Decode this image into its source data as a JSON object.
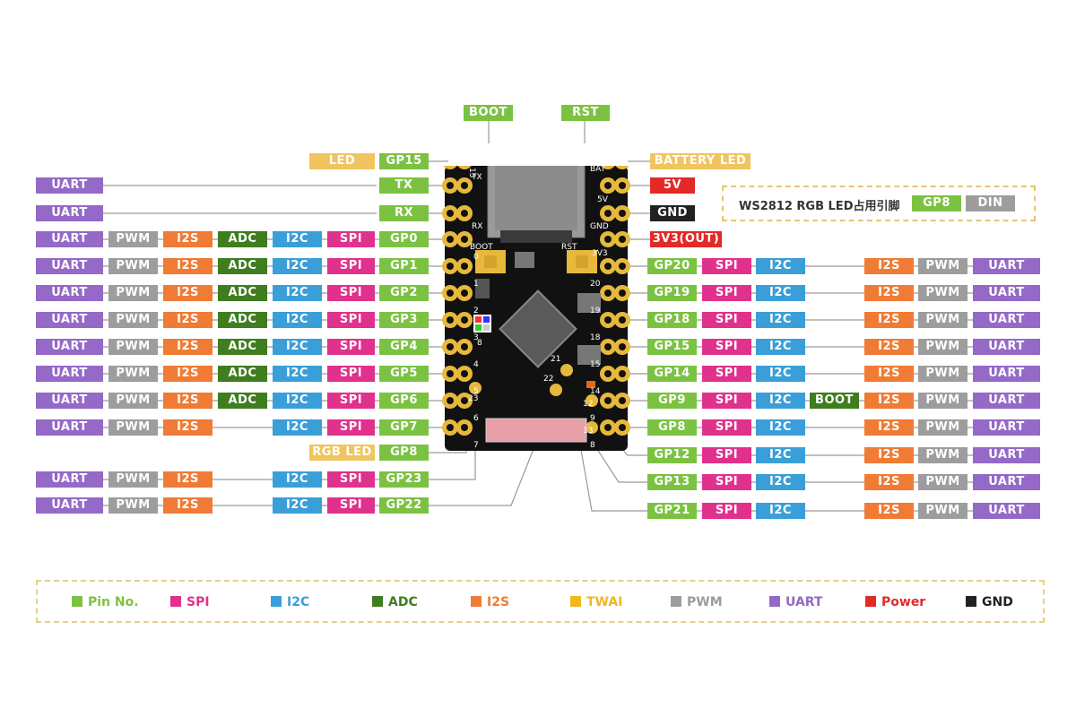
{
  "top_labels": {
    "boot": "BOOT",
    "rst": "RST"
  },
  "left_top": {
    "led": "LED",
    "gp15": "GP15",
    "uart_tx": "UART",
    "tx": "TX",
    "uart_rx": "UART",
    "rx": "RX"
  },
  "right_top": {
    "battery_led": "BATTERY LED",
    "v5": "5V",
    "gnd": "GND",
    "v33": "3V3(OUT)"
  },
  "ws_note": {
    "title": "WS2812 RGB LED占用引脚",
    "pin": "GP8",
    "func": "DIN"
  },
  "left_rows": [
    {
      "uart": "UART",
      "pwm": "PWM",
      "i2s": "I2S",
      "adc": "ADC",
      "i2c": "I2C",
      "spi": "SPI",
      "pin": "GP0"
    },
    {
      "uart": "UART",
      "pwm": "PWM",
      "i2s": "I2S",
      "adc": "ADC",
      "i2c": "I2C",
      "spi": "SPI",
      "pin": "GP1"
    },
    {
      "uart": "UART",
      "pwm": "PWM",
      "i2s": "I2S",
      "adc": "ADC",
      "i2c": "I2C",
      "spi": "SPI",
      "pin": "GP2"
    },
    {
      "uart": "UART",
      "pwm": "PWM",
      "i2s": "I2S",
      "adc": "ADC",
      "i2c": "I2C",
      "spi": "SPI",
      "pin": "GP3"
    },
    {
      "uart": "UART",
      "pwm": "PWM",
      "i2s": "I2S",
      "adc": "ADC",
      "i2c": "I2C",
      "spi": "SPI",
      "pin": "GP4"
    },
    {
      "uart": "UART",
      "pwm": "PWM",
      "i2s": "I2S",
      "adc": "ADC",
      "i2c": "I2C",
      "spi": "SPI",
      "pin": "GP5"
    },
    {
      "uart": "UART",
      "pwm": "PWM",
      "i2s": "I2S",
      "adc": "ADC",
      "i2c": "I2C",
      "spi": "SPI",
      "pin": "GP6"
    },
    {
      "uart": "UART",
      "pwm": "PWM",
      "i2s": "I2S",
      "adc": "",
      "i2c": "I2C",
      "spi": "SPI",
      "pin": "GP7"
    }
  ],
  "rgb_led": {
    "label": "RGB LED",
    "pin": "GP8"
  },
  "left_bottom": [
    {
      "uart": "UART",
      "pwm": "PWM",
      "i2s": "I2S",
      "i2c": "I2C",
      "spi": "SPI",
      "pin": "GP23"
    },
    {
      "uart": "UART",
      "pwm": "PWM",
      "i2s": "I2S",
      "i2c": "I2C",
      "spi": "SPI",
      "pin": "GP22"
    }
  ],
  "right_rows": [
    {
      "pin": "GP20",
      "spi": "SPI",
      "i2c": "I2C",
      "extra": "",
      "i2s": "I2S",
      "pwm": "PWM",
      "uart": "UART"
    },
    {
      "pin": "GP19",
      "spi": "SPI",
      "i2c": "I2C",
      "extra": "",
      "i2s": "I2S",
      "pwm": "PWM",
      "uart": "UART"
    },
    {
      "pin": "GP18",
      "spi": "SPI",
      "i2c": "I2C",
      "extra": "",
      "i2s": "I2S",
      "pwm": "PWM",
      "uart": "UART"
    },
    {
      "pin": "GP15",
      "spi": "SPI",
      "i2c": "I2C",
      "extra": "",
      "i2s": "I2S",
      "pwm": "PWM",
      "uart": "UART"
    },
    {
      "pin": "GP14",
      "spi": "SPI",
      "i2c": "I2C",
      "extra": "",
      "i2s": "I2S",
      "pwm": "PWM",
      "uart": "UART"
    },
    {
      "pin": "GP9",
      "spi": "SPI",
      "i2c": "I2C",
      "extra": "BOOT",
      "i2s": "I2S",
      "pwm": "PWM",
      "uart": "UART"
    },
    {
      "pin": "GP8",
      "spi": "SPI",
      "i2c": "I2C",
      "extra": "",
      "i2s": "I2S",
      "pwm": "PWM",
      "uart": "UART"
    },
    {
      "pin": "GP12",
      "spi": "SPI",
      "i2c": "I2C",
      "extra": "",
      "i2s": "I2S",
      "pwm": "PWM",
      "uart": "UART"
    },
    {
      "pin": "GP13",
      "spi": "SPI",
      "i2c": "I2C",
      "extra": "",
      "i2s": "I2S",
      "pwm": "PWM",
      "uart": "UART"
    },
    {
      "pin": "GP21",
      "spi": "SPI",
      "i2c": "I2C",
      "extra": "",
      "i2s": "I2S",
      "pwm": "PWM",
      "uart": "UART"
    }
  ],
  "board_silk": {
    "tx": "TX",
    "rx": "RX",
    "boot": "BOOT",
    "rst": "RST",
    "bat": "BAT",
    "v5": "5V",
    "gnd": "GND",
    "v33": "3V3",
    "n15": "15",
    "n21": "21",
    "n22": "22",
    "n23": "23",
    "n12": "12",
    "n13": "13",
    "n8": "8",
    "left_nums": [
      "0",
      "1",
      "2",
      "3",
      "4",
      "5",
      "6",
      "7"
    ],
    "right_nums": [
      "20",
      "19",
      "18",
      "15",
      "14",
      "9",
      "8"
    ]
  },
  "legend": [
    {
      "label": "Pin No.",
      "color": "#7cc242"
    },
    {
      "label": "SPI",
      "color": "#e0318c"
    },
    {
      "label": "I2C",
      "color": "#3a9fd8"
    },
    {
      "label": "ADC",
      "color": "#3f7d1f"
    },
    {
      "label": "I2S",
      "color": "#f07b35"
    },
    {
      "label": "TWAI",
      "color": "#f0b81f"
    },
    {
      "label": "PWM",
      "color": "#9d9d9d"
    },
    {
      "label": "UART",
      "color": "#9469c7"
    },
    {
      "label": "Power",
      "color": "#e32a27"
    },
    {
      "label": "GND",
      "color": "#222222"
    }
  ]
}
